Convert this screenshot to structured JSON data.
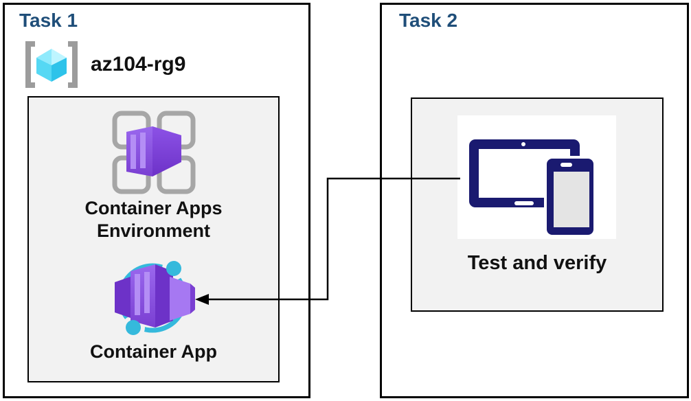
{
  "diagram": {
    "task1": {
      "title": "Task 1",
      "resource_group": {
        "icon": "resource-group-icon",
        "label": "az104-rg9"
      },
      "environment": {
        "icon": "container-apps-environment-icon",
        "label": "Container Apps Environment"
      },
      "container_app": {
        "icon": "container-app-icon",
        "label": "Container App"
      }
    },
    "task2": {
      "title": "Task 2",
      "verify": {
        "icon": "devices-icon",
        "label": "Test and verify"
      }
    },
    "connector": {
      "type": "elbow-arrow",
      "description": "arrow from Test and verify box pointing to Container App icon"
    }
  },
  "colors": {
    "title_blue": "#1F4E79",
    "text_black": "#111111",
    "border_black": "#000000",
    "inner_box_gray": "#F2F2F2",
    "bracket_gray": "#9C9C9C",
    "grid_gray": "#A6A6A6",
    "cube_cyan_light": "#BEF5FF",
    "cube_cyan_mid": "#8FEAFC",
    "cube_cyan": "#55D8F4",
    "cube_cyan_dark": "#2EC3EA",
    "container_purple": "#8450E0",
    "container_purple_light": "#AB82F2",
    "container_purple_dark": "#6D32C8",
    "ring_cyan": "#35B9DC",
    "device_navy": "#1A1A70",
    "device_screen_gray": "#E4E4E4"
  }
}
